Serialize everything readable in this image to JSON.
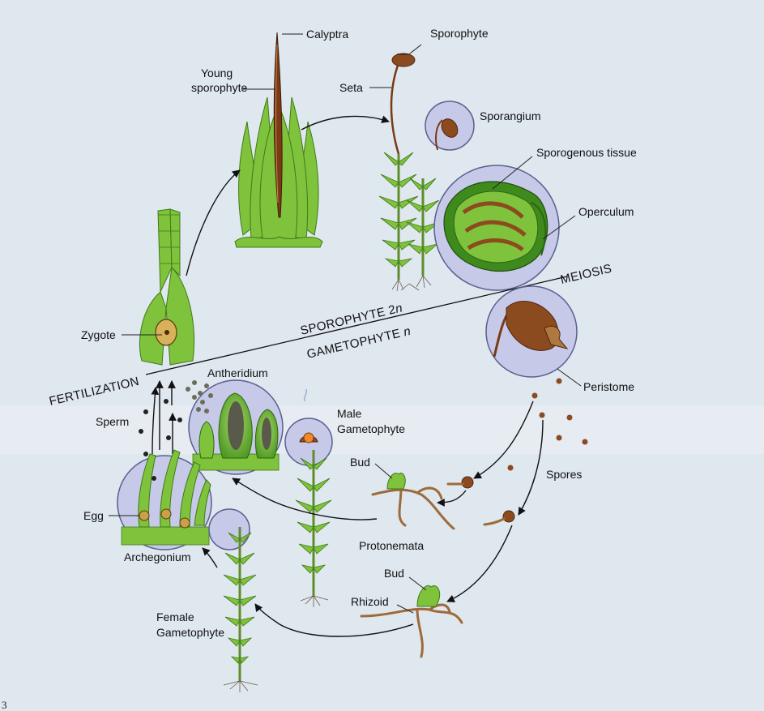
{
  "labels": {
    "calyptra": "Calyptra",
    "sporophyte": "Sporophyte",
    "young_sporophyte_1": "Young",
    "young_sporophyte_2": "sporophyte",
    "seta": "Seta",
    "sporangium": "Sporangium",
    "sporogenous_tissue": "Sporogenous tissue",
    "operculum": "Operculum",
    "meiosis": "MEIOSIS",
    "sporophyte_2n_text": "SPOROPHYTE 2",
    "sporophyte_2n_italic": "n",
    "gametophyte_n_text": "GAMETOPHYTE ",
    "gametophyte_n_italic": "n",
    "zygote": "Zygote",
    "fertilization": "FERTILIZATION",
    "antheridium": "Antheridium",
    "peristome": "Peristome",
    "sperm": "Sperm",
    "male_gametophyte_1": "Male",
    "male_gametophyte_2": "Gametophyte",
    "bud_upper": "Bud",
    "spores": "Spores",
    "egg": "Egg",
    "protonemata": "Protonemata",
    "archegonium": "Archegonium",
    "bud_lower": "Bud",
    "rhizoid": "Rhizoid",
    "female_gametophyte_1": "Female",
    "female_gametophyte_2": "Gametophyte",
    "corner_mark": "3"
  },
  "colors": {
    "background": "#dfe7ef",
    "leaf_green": "#7fc23c",
    "dark_green": "#3f7a18",
    "capsule_brown": "#8c4a1f",
    "inset_lavender": "#c6c9e8",
    "protonema_tan": "#d99a4e"
  }
}
